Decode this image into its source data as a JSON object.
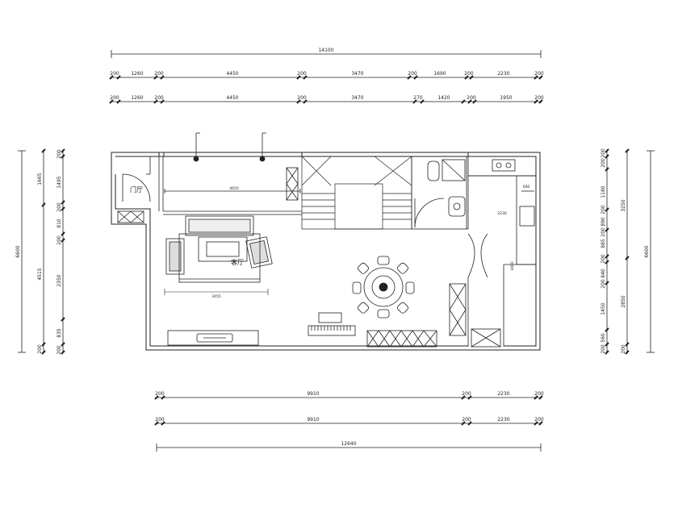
{
  "room_labels": {
    "foyer": "门厅",
    "living": "客厅"
  },
  "notes": {
    "dim_4650": "4650",
    "dim_3455": "3455",
    "dim_2230": "2230",
    "dim_600": "600",
    "dim_3480": "3480"
  },
  "dims_top": {
    "overall": "14100",
    "row1": [
      "200",
      "1260",
      "200",
      "4450",
      "200",
      "3470",
      "200",
      "1690",
      "200",
      "2230",
      "200"
    ],
    "row2": [
      "200",
      "1260",
      "200",
      "4450",
      "200",
      "3470",
      "270",
      "1420",
      "200",
      "1950",
      "200"
    ]
  },
  "dims_bottom": {
    "row1": [
      "200",
      "9910",
      "200",
      "2230",
      "200"
    ],
    "row2": [
      "200",
      "9910",
      "200",
      "2230",
      "200"
    ],
    "overall": "12640"
  },
  "dims_left": {
    "overall": "6600",
    "row1": [
      "1665",
      "4515",
      "200"
    ],
    "row2": [
      "200",
      "1495",
      "200",
      "810",
      "200",
      "2350",
      "835",
      "200"
    ]
  },
  "dims_right": {
    "overall": "6600",
    "row1": [
      "3250",
      "2850",
      "200"
    ],
    "row2": [
      "200",
      "1180",
      "200",
      "890",
      "200",
      "885",
      "200",
      "840",
      "200",
      "1450",
      "560",
      "200"
    ]
  }
}
